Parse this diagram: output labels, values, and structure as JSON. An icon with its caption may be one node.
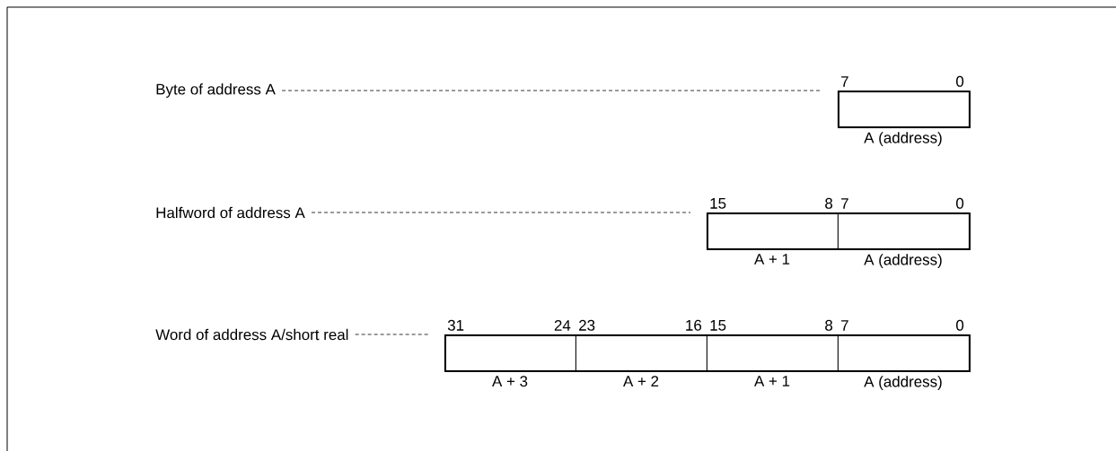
{
  "diagram": {
    "nodes": [
      {
        "text": [
          "Byte of address A"
        ]
      },
      {
        "text": [],
        "shape": "box"
      },
      {
        "text": [],
        "shape": "box",
        "in": 1,
        "beside": [
          "7",
          "0",
          "A (address)"
        ]
      },
      {
        "text": [
          "Halfword of address A"
        ]
      },
      {
        "text": [],
        "shape": "box"
      },
      {
        "text": [],
        "shape": "box",
        "in": 4,
        "beside": [
          "15",
          "8",
          "A + 1"
        ]
      },
      {
        "text": [],
        "shape": "box",
        "in": 4,
        "beside": [
          "7",
          "0",
          "A (address)"
        ]
      },
      {
        "text": [
          "Word of address A/short real"
        ]
      },
      {
        "text": [],
        "shape": "box"
      },
      {
        "text": [],
        "shape": "box",
        "in": 8,
        "beside": [
          "31",
          "24",
          "A + 3"
        ]
      },
      {
        "text": [],
        "shape": "box",
        "in": 8,
        "beside": [
          "23",
          "16",
          "A + 2"
        ]
      },
      {
        "text": [],
        "shape": "box",
        "in": 8,
        "beside": [
          "15",
          "8",
          "A + 1"
        ]
      },
      {
        "text": [],
        "shape": "box",
        "in": 8,
        "beside": [
          "7",
          "0",
          "A (address)"
        ]
      }
    ],
    "edges": [
      {
        "from": 0,
        "to": 1,
        "arrow": "none",
        "style": "dashed"
      },
      {
        "from": 3,
        "to": 4,
        "arrow": "none",
        "style": "dashed"
      },
      {
        "from": 7,
        "to": 8,
        "arrow": "none",
        "style": "dashed"
      }
    ]
  }
}
